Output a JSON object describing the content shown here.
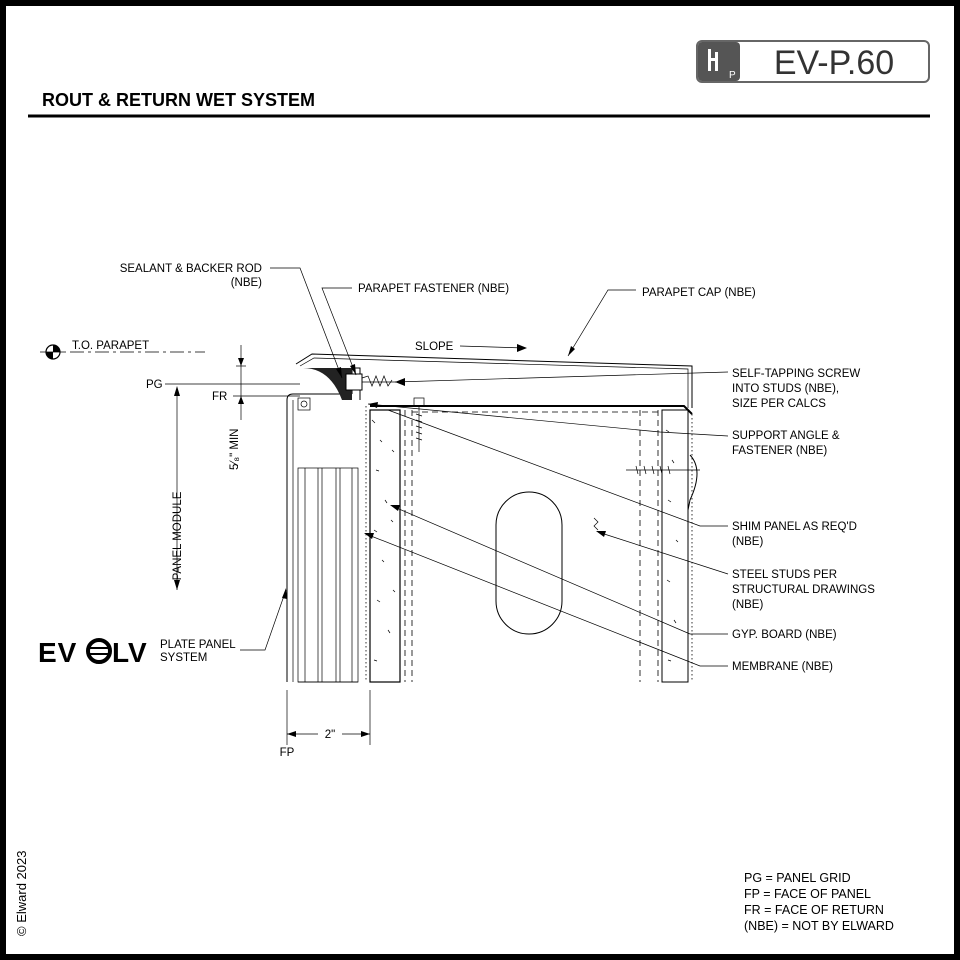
{
  "sheet": {
    "title": "ROUT & RETURN WET SYSTEM",
    "number": "EV-P.60",
    "copyright": "© Elward 2023"
  },
  "logo": {
    "brand": "EV",
    "brand_tail": "LV",
    "tagline_line1": "PLATE PANEL",
    "tagline_line2": "SYSTEM"
  },
  "annotations": {
    "sealant_line1": "SEALANT & BACKER ROD",
    "sealant_line2": "(NBE)",
    "parapet_fastener": "PARAPET FASTENER (NBE)",
    "parapet_cap": "PARAPET CAP (NBE)",
    "to_parapet": "T.O. PARAPET",
    "slope": "SLOPE",
    "pg": "PG",
    "fr": "FR",
    "min_dim": "5⁄₈\" MIN",
    "panel_module": "PANEL MODULE",
    "screw_line1": "SELF-TAPPING SCREW",
    "screw_line2": "INTO STUDS (NBE),",
    "screw_line3": "SIZE PER CALCS",
    "angle_line1": "SUPPORT ANGLE &",
    "angle_line2": "FASTENER  (NBE)",
    "shim_line1": "SHIM PANEL AS REQ'D",
    "shim_line2": "(NBE)",
    "studs_line1": "STEEL STUDS PER",
    "studs_line2": "STRUCTURAL DRAWINGS",
    "studs_line3": "(NBE)",
    "gyp": "GYP. BOARD (NBE)",
    "membrane": "MEMBRANE (NBE)",
    "dim_2": "2\"",
    "fp": "FP"
  },
  "legend": [
    "PG = PANEL GRID",
    "FP = FACE OF PANEL",
    "FR = FACE OF RETURN",
    "(NBE) = NOT BY ELWARD"
  ],
  "colors": {
    "line": "#000000",
    "badge_dark": "#555555",
    "badge_border": "#666666",
    "sealant": "#222222"
  }
}
